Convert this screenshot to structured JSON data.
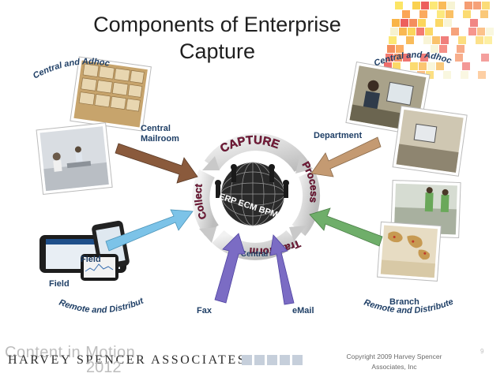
{
  "slide": {
    "title": "Components of Enterprise Capture",
    "footer": {
      "brand_overlay": "Content in Motion",
      "brand_name": "HARVEY SPENCER ASSOCIATES",
      "brand_year": "2012",
      "copyright": "Copyright 2009 Harvey Spencer Associates, Inc",
      "page_number": "9"
    }
  },
  "diagram": {
    "quadrant_labels": {
      "top_left": "Central and Adhoc",
      "top_right": "Central and Adhoc",
      "bottom_left": "Remote and Distributed",
      "bottom_right": "Remote and Distributed"
    },
    "source_labels": {
      "central_mailroom": "Central Mailroom",
      "department": "Department",
      "field_photo": "Field",
      "field": "Field",
      "fax": "Fax",
      "email": "eMail",
      "branch": "Branch"
    },
    "cycle_labels": {
      "capture": "CAPTURE",
      "process": "Process",
      "transform": "Transform",
      "collect": "Collect"
    },
    "center": {
      "label": "Central",
      "systems": "ERP ECM BPM BI"
    },
    "colors": {
      "arrow_mailroom": "#8a5a3c",
      "arrow_department": "#c49a72",
      "arrow_field": "#7cc3e8",
      "arrow_fax": "#7b6cc4",
      "arrow_email": "#7b6cc4",
      "arrow_branch": "#6fae6a",
      "cycle_text": "#7a1a3a",
      "label_text": "#1f3f66"
    },
    "icons": [
      "mailroom-photo",
      "office-staff-photo",
      "department-photo",
      "desk-photo",
      "branch-photo",
      "world-map-photo",
      "tablet-phone-photo",
      "globe-network-icon"
    ]
  }
}
